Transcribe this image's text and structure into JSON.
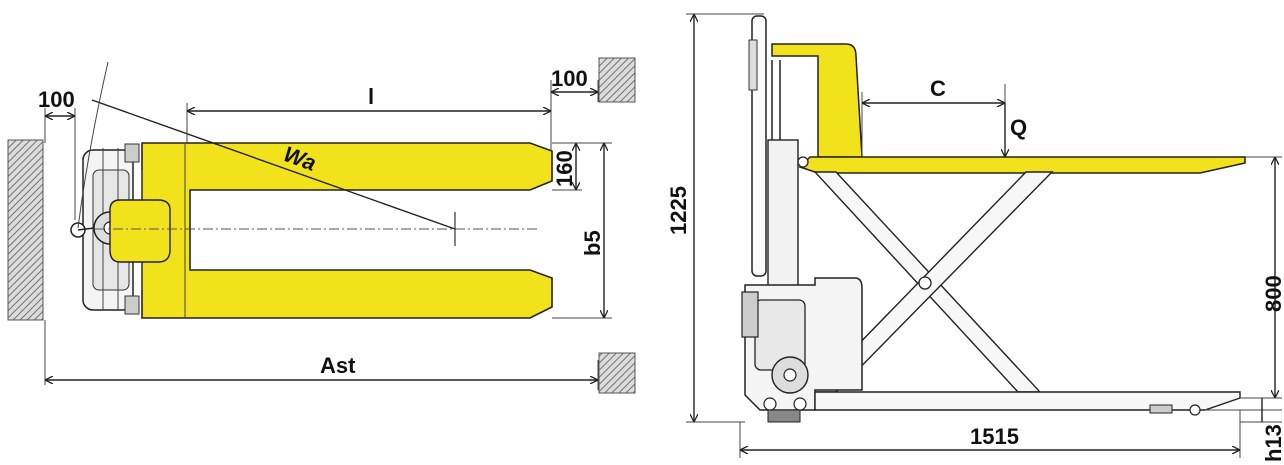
{
  "top_view": {
    "dim_left": "100",
    "dim_right": "100",
    "dim_length": "l",
    "dim_fork_width": "160",
    "dim_outer_width": "b5",
    "dim_turning": "Wa",
    "dim_aisle": "Ast"
  },
  "side_view": {
    "dim_height": "1225",
    "dim_load_center": "C",
    "dim_load": "Q",
    "dim_lift": "800",
    "dim_length": "1515",
    "dim_lowered": "h13"
  },
  "colors": {
    "fork_yellow": "#f2e21b",
    "line": "#222222",
    "hatch": "#777777"
  }
}
